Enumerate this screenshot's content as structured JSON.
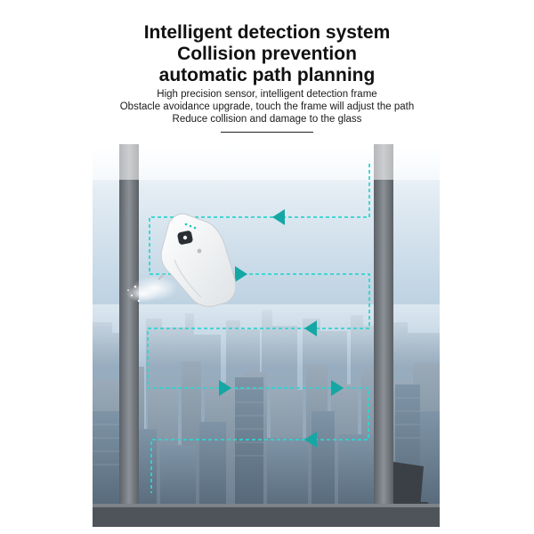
{
  "headings": [
    "Intelligent detection system",
    "Collision prevention",
    "automatic path planning"
  ],
  "subtitle_lines": [
    "High precision sensor, intelligent detection frame",
    "Obstacle avoidance upgrade, touch the frame will adjust the path",
    "Reduce collision and damage to the glass"
  ],
  "colors": {
    "path": "#31d4d0",
    "arrow": "#15a7a4",
    "frame": "#6f7478",
    "robot": "#f4f6f7",
    "sky": "#c9dcea"
  },
  "icons": [
    "window-cleaning-robot-icon",
    "spray-mist-icon",
    "direction-arrow-icon"
  ]
}
